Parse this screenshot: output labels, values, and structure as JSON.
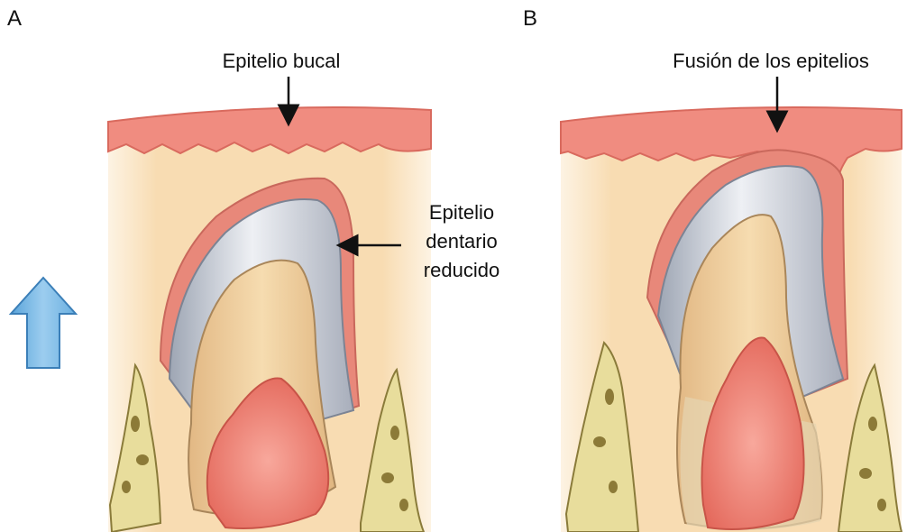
{
  "panels": [
    {
      "letter": "A",
      "labels": {
        "top": "Epitelio bucal",
        "side": [
          "Epitelio",
          "dentario",
          "reducido"
        ]
      }
    },
    {
      "letter": "B",
      "labels": {
        "top": "Fusión de los epitelios"
      }
    }
  ],
  "colors": {
    "oral_epithelium": "#f08c80",
    "connective_tissue": "#f8ddb4",
    "reduced_enamel_epithelium": "#e8887a",
    "enamel": "#c8ccd4",
    "dentin": "#f3d4a6",
    "pulp": "#f0857a",
    "bone": "#e8dd9c",
    "eruption_arrow": "#7ab8e4"
  },
  "icons": [
    "eruption-arrow-icon"
  ]
}
